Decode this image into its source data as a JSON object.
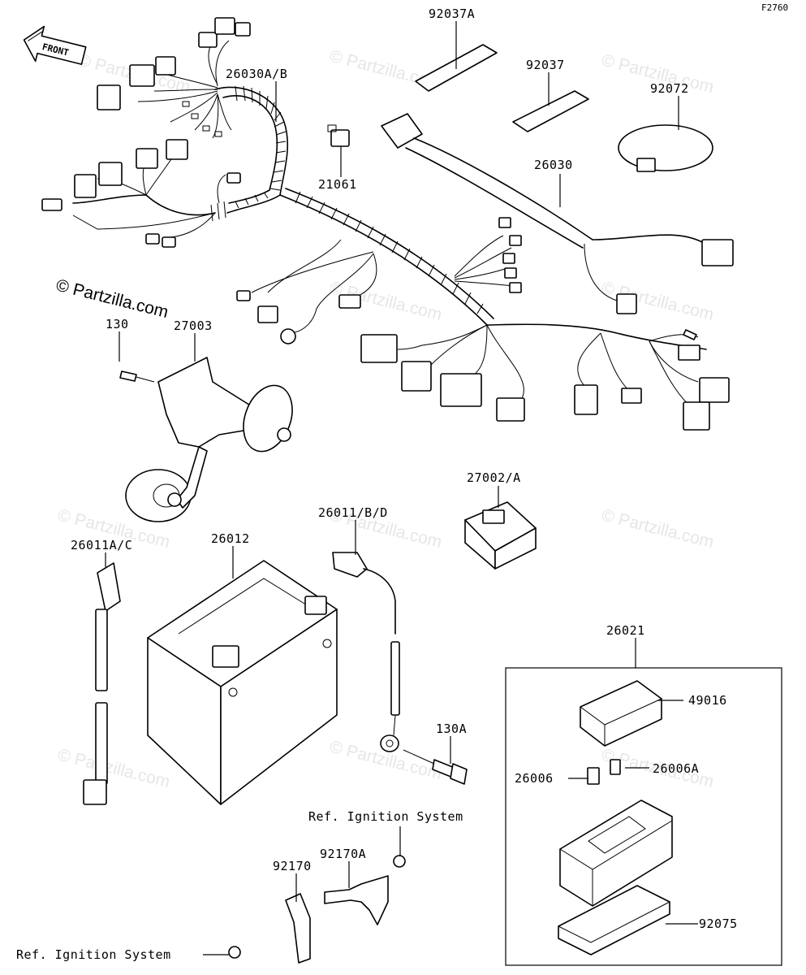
{
  "figure_code": "F2760",
  "front_label": "FRONT",
  "watermark": "© Partzilla.com",
  "part_numbers": {
    "p92037A": "92037A",
    "p92037": "92037",
    "p92072": "92072",
    "p26030AB": "26030A/B",
    "p21061": "21061",
    "p26030": "26030",
    "p130": "130",
    "p27003": "27003",
    "p27002A": "27002/A",
    "p26011BD": "26011/B/D",
    "p26012": "26012",
    "p26011AC": "26011A/C",
    "p26021": "26021",
    "p49016": "49016",
    "p130A": "130A",
    "p26006": "26006",
    "p26006A": "26006A",
    "p92170A": "92170A",
    "p92170": "92170",
    "p92075": "92075"
  },
  "references": {
    "ignition_top": "Ref. Ignition System",
    "ignition_bottom": "Ref. Ignition System"
  }
}
